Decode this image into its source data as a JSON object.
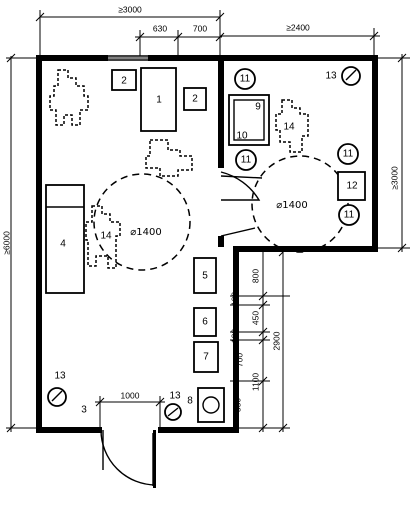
{
  "dimensions": {
    "top_overall": "≥3000",
    "top_seg_1": "630",
    "top_seg_2": "700",
    "top_right": "≥2400",
    "left_height": "≥6000",
    "right_height": "≥3000",
    "corridor_height": "2900",
    "door_width": "1000",
    "side_800": "800",
    "side_100a": "100",
    "side_450": "450",
    "side_100b": "100",
    "side_700": "700",
    "side_1100": "1100",
    "side_550": "550"
  },
  "labels": {
    "item_1": "1",
    "item_2a": "2",
    "item_2b": "2",
    "item_3": "3",
    "item_4": "4",
    "item_5": "5",
    "item_6": "6",
    "item_7": "7",
    "item_8": "8",
    "item_9": "9",
    "item_10": "10",
    "item_11a": "11",
    "item_11b": "11",
    "item_11c": "11",
    "item_11d": "11",
    "item_12": "12",
    "item_13a": "13",
    "item_13b": "13",
    "item_13c": "13",
    "item_14a": "14",
    "item_14b": "14",
    "turn_circle_left": "⌀1400",
    "turn_circle_right": "⌀1400"
  }
}
